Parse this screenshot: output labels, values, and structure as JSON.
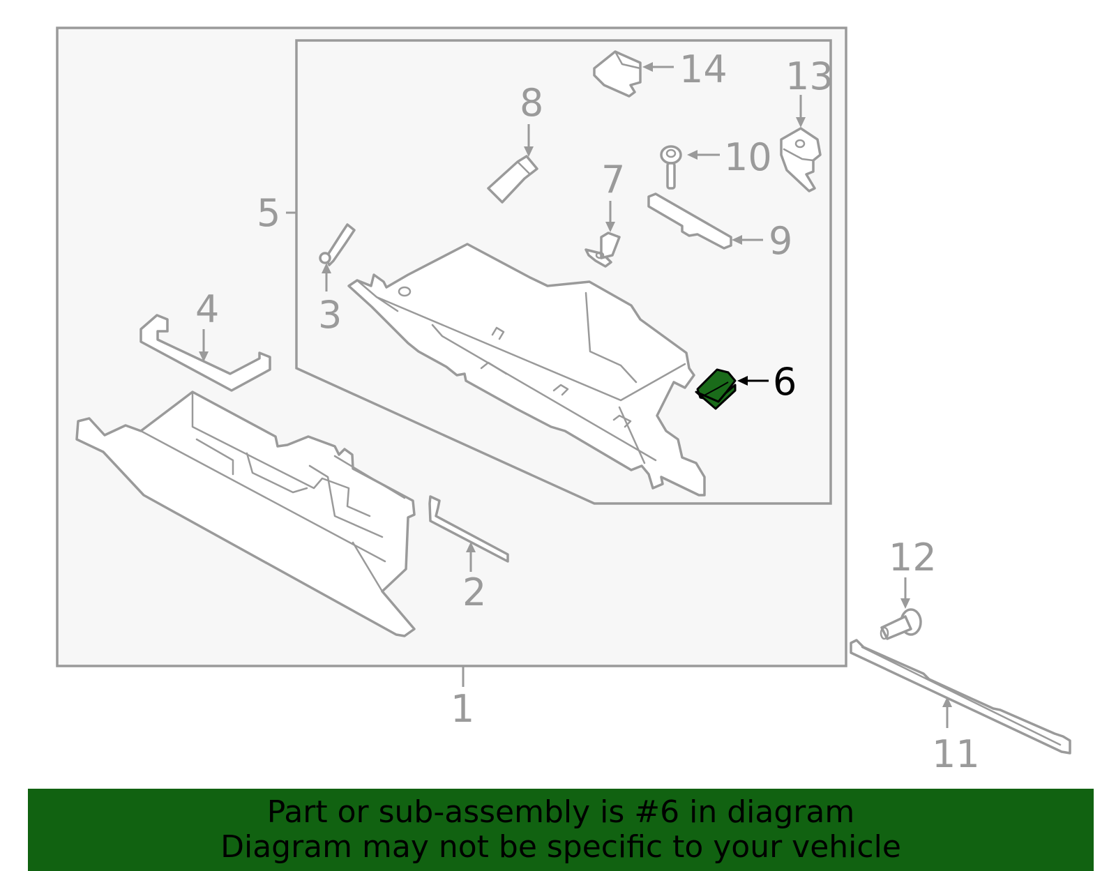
{
  "colors": {
    "line": "#9a9a9a",
    "highlight_fill": "#1a6b1a",
    "banner_bg": "#116211",
    "box_fill": "#f7f7f7"
  },
  "callouts": {
    "c1": "1",
    "c2": "2",
    "c3": "3",
    "c4": "4",
    "c5": "5",
    "c6": "6",
    "c7": "7",
    "c8": "8",
    "c9": "9",
    "c10": "10",
    "c11": "11",
    "c12": "12",
    "c13": "13",
    "c14": "14"
  },
  "highlighted_part": "6",
  "banner": {
    "line1": "Part or sub-assembly is #6 in diagram",
    "line2": "Diagram may not be specific to your vehicle"
  }
}
